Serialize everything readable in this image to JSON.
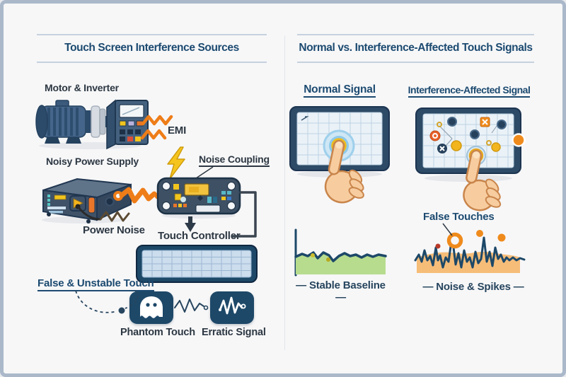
{
  "left_panel": {
    "title": "Touch Screen Interference Sources",
    "motor_label": "Motor & Inverter",
    "emi_label": "EMI",
    "psu_label": "Noisy Power Supply",
    "power_noise_label": "Power Noise",
    "noise_coupling_label": "Noise Coupling",
    "controller_label": "Touch Controller",
    "false_unstable_label": "False & Unstable Touch",
    "phantom_label": "Phantom Touch",
    "erratic_label": "Erratic Signal"
  },
  "right_panel": {
    "title": "Normal vs. Interference-Affected Touch Signals",
    "normal_label": "Normal Signal",
    "affected_label": "Interference-Affected Signal",
    "false_touches_label": "False Touches",
    "baseline_label": "— Stable Baseline —",
    "spikes_label": "— Noise & Spikes —"
  },
  "colors": {
    "navy": "#1d4868",
    "title_blue": "#1c4a70",
    "label_dark": "#2c3742",
    "orange": "#ee7d18",
    "yellow": "#f6c51d",
    "green_fill": "#b7dc8e",
    "orange_fill": "#f6bd79",
    "frame": "#aab8ca",
    "background": "#f7f7f8"
  }
}
